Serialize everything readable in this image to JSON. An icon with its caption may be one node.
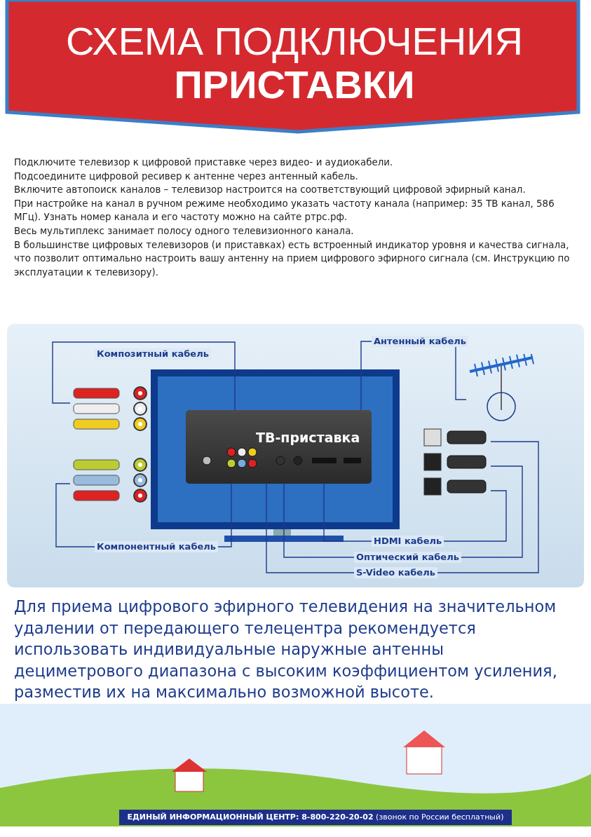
{
  "diagram": {
    "title": "СХЕМА ПОДКЛЮЧЕНИЯ **ПРИСТАВКИ**",
    "nodes": [
      {
        "text": [
          "ТВ-приставка"
        ]
      },
      {
        "text": [],
        "shape": "picture"
      },
      {
        "text": [],
        "shape": "picture"
      },
      {
        "text": [],
        "shape": "picture"
      },
      {
        "text": [],
        "shape": "picture"
      }
    ],
    "edges": [
      {
        "from": 0,
        "to": 1,
        "arrow": "none",
        "label": "Композитный кабель"
      },
      {
        "from": 0,
        "to": 2,
        "arrow": "none",
        "label": "Компонентный кабель"
      },
      {
        "from": 0,
        "to": 4,
        "arrow": "none",
        "label": "Антенный кабель"
      },
      {
        "from": 0,
        "to": 3,
        "arrow": "none",
        "label": "HDMI кабель"
      },
      {
        "from": 0,
        "to": 3,
        "arrow": "none",
        "label": "Оптический кабель"
      },
      {
        "from": 0,
        "to": 3,
        "arrow": "none",
        "label": "S-Video кабель"
      }
    ],
    "labels": [
      "Подключите телевизор к цифровой приставке через видео- и аудиокабели.",
      "Подсоедините цифровой ресивер к антенне через антенный кабель.",
      "Включите автопоиск каналов – телевизор настроится на соответствующий цифровой эфирный канал.",
      "При настройке на канал в ручном режиме необходимо указать частоту канала (например: 35 ТВ канал, 586 МГц). Узнать номер канала и его частоту можно на сайте ртрс.рф.",
      "Весь мультиплекс занимает полосу одного телевизионного канала.",
      "В большинстве цифровых телевизоров (и приставках) есть встроенный индикатор уровня и качества сигнала, что позволит оптимально настроить вашу антенну на прием цифрового эфирного сигнала (см. Инструкцию по эксплуатации к телевизору).",
      "Для приема цифрового эфирного телевидения на значительном удалении от передающего телецентра рекомендуется использовать индивидуальные наружные антенны дециметрового диапазона с высоким коэффициентом усиления, разместив их на максимально возможной высоте.",
      "**ЕДИНЫЙ ИНФОРМАЦИОННЫЙ ЦЕНТР: 8-800-220-20-02** (звонок по России бесплатный)"
    ]
  }
}
